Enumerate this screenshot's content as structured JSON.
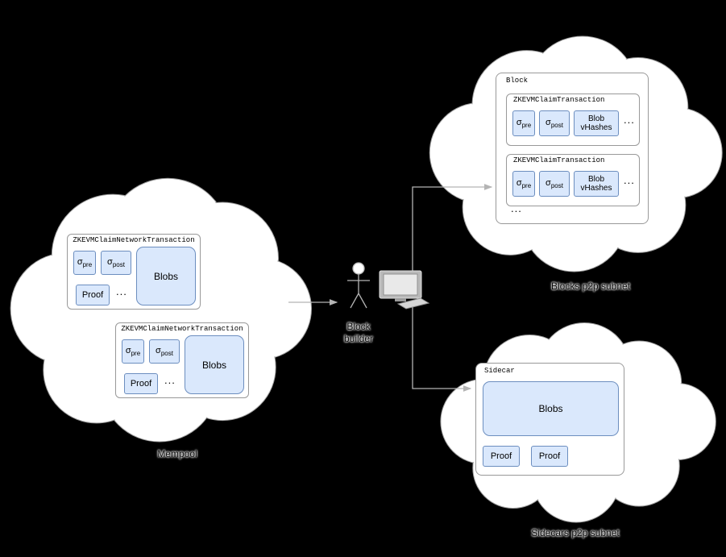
{
  "diagram": {
    "mempool": {
      "label": "Mempool",
      "transactions": [
        {
          "title": "ZKEVMClaimNetworkTransaction",
          "sigma_pre_base": "σ",
          "sigma_pre_sub": "pre",
          "sigma_post_base": "σ",
          "sigma_post_sub": "post",
          "proof": "Proof",
          "ellipsis": "...",
          "blobs": "Blobs"
        },
        {
          "title": "ZKEVMClaimNetworkTransaction",
          "sigma_pre_base": "σ",
          "sigma_pre_sub": "pre",
          "sigma_post_base": "σ",
          "sigma_post_sub": "post",
          "proof": "Proof",
          "ellipsis": "...",
          "blobs": "Blobs"
        }
      ]
    },
    "block_builder": {
      "label_line1": "Block",
      "label_line2": "builder"
    },
    "blocks_subnet": {
      "label": "Blocks p2p subnet",
      "block": {
        "title": "Block",
        "ellipsis": "...",
        "transactions": [
          {
            "title": "ZKEVMClaimTransaction",
            "sigma_pre_base": "σ",
            "sigma_pre_sub": "pre",
            "sigma_post_base": "σ",
            "sigma_post_sub": "post",
            "blob_line1": "Blob",
            "blob_line2": "vHashes",
            "ellipsis": "..."
          },
          {
            "title": "ZKEVMClaimTransaction",
            "sigma_pre_base": "σ",
            "sigma_pre_sub": "pre",
            "sigma_post_base": "σ",
            "sigma_post_sub": "post",
            "blob_line1": "Blob",
            "blob_line2": "vHashes",
            "ellipsis": "..."
          }
        ]
      }
    },
    "sidecars_subnet": {
      "label": "Sidecars p2p subnet",
      "sidecar": {
        "title": "Sidecar",
        "blobs": "Blobs",
        "proofs": [
          "Proof",
          "Proof"
        ]
      }
    },
    "colors": {
      "chip_fill": "#dae8fc",
      "chip_border": "#6c8ebf",
      "line": "#b4b4b4"
    }
  }
}
